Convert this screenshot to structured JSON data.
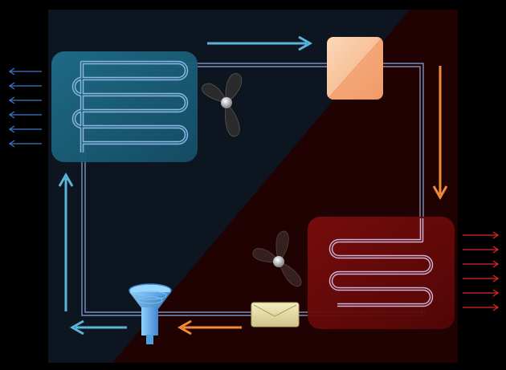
{
  "diagram": {
    "type": "refrigeration-cycle",
    "components": [
      {
        "id": "evaporator",
        "name": "evaporator-coil",
        "icon": "coil-icon",
        "color": "#1b5f78"
      },
      {
        "id": "condenser",
        "name": "condenser-coil",
        "icon": "coil-icon",
        "color": "#6a0a0a"
      },
      {
        "id": "compressor",
        "name": "compressor",
        "icon": "compressor-box-icon",
        "color": "#f6b488"
      },
      {
        "id": "expansion-valve",
        "name": "expansion-valve",
        "icon": "valve-icon",
        "color": "#e4dca0"
      },
      {
        "id": "filter-drier",
        "name": "filter-drier",
        "icon": "funnel-icon",
        "color": "#4d9fe3"
      },
      {
        "id": "evaporator-fan",
        "name": "evaporator-fan",
        "icon": "fan-icon",
        "color": "#262626"
      },
      {
        "id": "condenser-fan",
        "name": "condenser-fan",
        "icon": "fan-icon",
        "color": "#2a1a1a"
      }
    ],
    "flows": [
      {
        "name": "flow-to-compressor",
        "temperature": "cold",
        "color": "#5ab3d8"
      },
      {
        "name": "flow-to-condenser",
        "temperature": "hot",
        "color": "#f08a3a"
      },
      {
        "name": "flow-to-expansion-valve",
        "temperature": "hot",
        "color": "#f08a3a"
      },
      {
        "name": "flow-from-filter",
        "temperature": "cold",
        "color": "#5ab3d8"
      },
      {
        "name": "flow-to-evaporator",
        "temperature": "cold",
        "color": "#5ab3d8"
      }
    ],
    "heat_exchange": [
      {
        "name": "heat-absorbed-arrows",
        "side": "left",
        "color": "#3b78c4"
      },
      {
        "name": "heat-rejected-arrows",
        "side": "right",
        "color": "#e02828"
      }
    ],
    "colors": {
      "cold_zone": "#0c1520",
      "hot_zone": "#210203",
      "pipe": "#8aa8d6"
    }
  }
}
